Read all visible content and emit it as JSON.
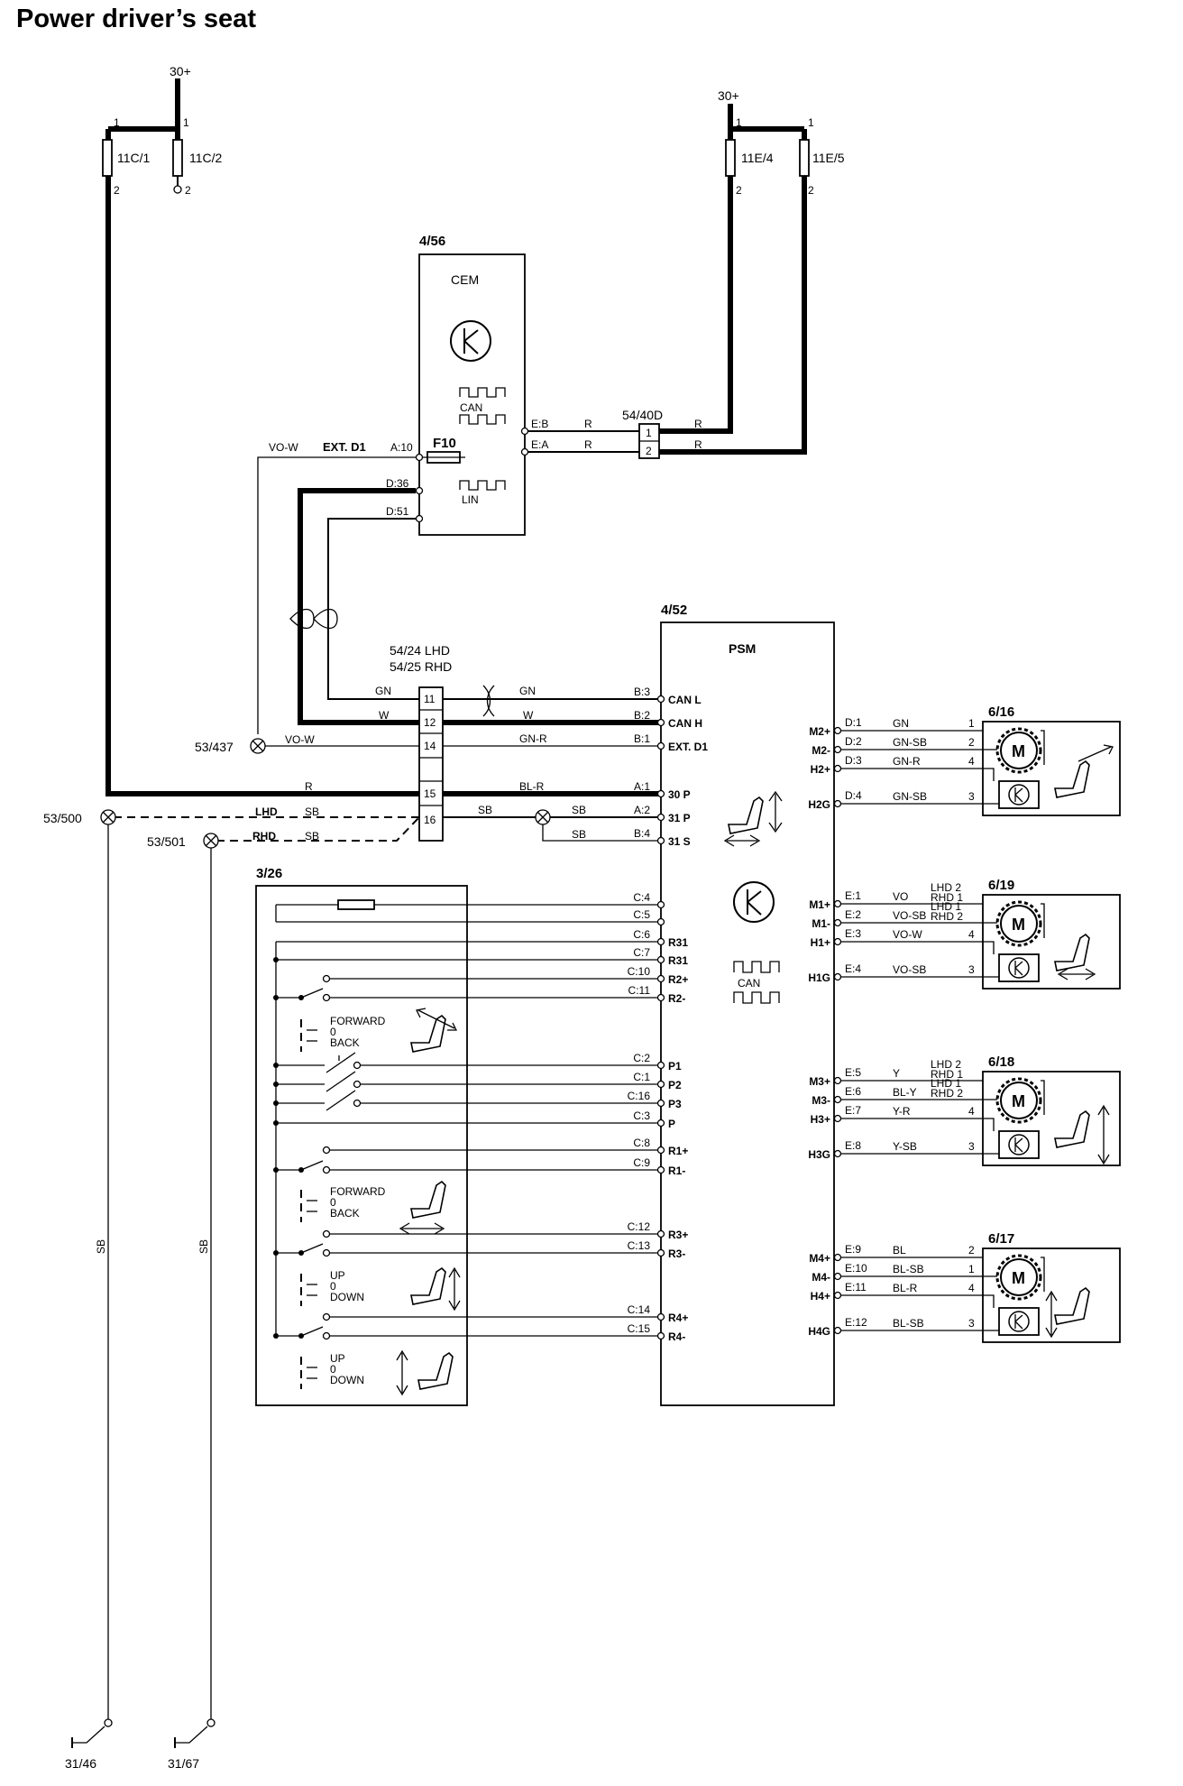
{
  "title": "Power driver’s seat",
  "supply": {
    "left": "30+",
    "right": "30+"
  },
  "fuses": {
    "f11c1": "11C/1",
    "f11c2": "11C/2",
    "f11e4": "11E/4",
    "f11e5": "11E/5",
    "pin1": "1",
    "pin2": "2"
  },
  "cem": {
    "ref": "4/56",
    "name": "CEM",
    "fuse": "F10",
    "can": "CAN",
    "lin": "LIN",
    "ext": "EXT. D1",
    "pins": {
      "a10": "A:10",
      "d36": "D:36",
      "d51": "D:51",
      "eb": "E:B",
      "ea": "E:A"
    }
  },
  "connectors": {
    "c5440": {
      "ref": "54/40D",
      "p1": "1",
      "p2": "2"
    },
    "c5424": {
      "ref1": "54/24 LHD",
      "ref2": "54/25 RHD",
      "p11": "11",
      "p12": "12",
      "p14": "14",
      "p15": "15",
      "p16": "16"
    }
  },
  "grounds": {
    "g53437": "53/437",
    "g53500": "53/500",
    "g53501": "53/501",
    "g3146": "31/46",
    "g3167": "31/67"
  },
  "wires": {
    "vow": "VO-W",
    "r": "R",
    "gn": "GN",
    "w": "W",
    "gnr": "GN-R",
    "blr": "BL-R",
    "sb": "SB",
    "lhd": "LHD",
    "rhd": "RHD"
  },
  "psm": {
    "ref": "4/52",
    "name": "PSM",
    "can": "CAN",
    "left_pins": [
      {
        "pin": "B:3",
        "label": "CAN L"
      },
      {
        "pin": "B:2",
        "label": "CAN H"
      },
      {
        "pin": "B:1",
        "label": "EXT. D1"
      },
      {
        "pin": "A:1",
        "label": "30 P"
      },
      {
        "pin": "A:2",
        "label": "31 P"
      },
      {
        "pin": "B:4",
        "label": "31 S"
      },
      {
        "pin": "C:4",
        "label": ""
      },
      {
        "pin": "C:5",
        "label": ""
      },
      {
        "pin": "C:6",
        "label": "R31"
      },
      {
        "pin": "C:7",
        "label": "R31"
      },
      {
        "pin": "C:10",
        "label": "R2+"
      },
      {
        "pin": "C:11",
        "label": "R2-"
      },
      {
        "pin": "C:2",
        "label": "P1"
      },
      {
        "pin": "C:1",
        "label": "P2"
      },
      {
        "pin": "C:16",
        "label": "P3"
      },
      {
        "pin": "C:3",
        "label": "P"
      },
      {
        "pin": "C:8",
        "label": "R1+"
      },
      {
        "pin": "C:9",
        "label": "R1-"
      },
      {
        "pin": "C:12",
        "label": "R3+"
      },
      {
        "pin": "C:13",
        "label": "R3-"
      },
      {
        "pin": "C:14",
        "label": "R4+"
      },
      {
        "pin": "C:15",
        "label": "R4-"
      }
    ]
  },
  "motors": [
    {
      "ref": "6/16",
      "rows": [
        {
          "term": "M2+",
          "pin": "D:1",
          "color": "GN",
          "extra": "",
          "no": "1"
        },
        {
          "term": "M2-",
          "pin": "D:2",
          "color": "GN-SB",
          "extra": "",
          "no": "2"
        },
        {
          "term": "H2+",
          "pin": "D:3",
          "color": "GN-R",
          "extra": "",
          "no": "4"
        },
        {
          "term": "H2G",
          "pin": "D:4",
          "color": "GN-SB",
          "extra": "",
          "no": "3"
        }
      ]
    },
    {
      "ref": "6/19",
      "rows": [
        {
          "term": "M1+",
          "pin": "E:1",
          "color": "VO",
          "extra": "LHD 2\nRHD 1",
          "no": ""
        },
        {
          "term": "M1-",
          "pin": "E:2",
          "color": "VO-SB",
          "extra": "LHD 1\nRHD 2",
          "no": ""
        },
        {
          "term": "H1+",
          "pin": "E:3",
          "color": "VO-W",
          "extra": "",
          "no": "4"
        },
        {
          "term": "H1G",
          "pin": "E:4",
          "color": "VO-SB",
          "extra": "",
          "no": "3"
        }
      ]
    },
    {
      "ref": "6/18",
      "rows": [
        {
          "term": "M3+",
          "pin": "E:5",
          "color": "Y",
          "extra": "LHD 2\nRHD 1",
          "no": ""
        },
        {
          "term": "M3-",
          "pin": "E:6",
          "color": "BL-Y",
          "extra": "LHD 1\nRHD 2",
          "no": ""
        },
        {
          "term": "H3+",
          "pin": "E:7",
          "color": "Y-R",
          "extra": "",
          "no": "4"
        },
        {
          "term": "H3G",
          "pin": "E:8",
          "color": "Y-SB",
          "extra": "",
          "no": "3"
        }
      ]
    },
    {
      "ref": "6/17",
      "rows": [
        {
          "term": "M4+",
          "pin": "E:9",
          "color": "BL",
          "extra": "",
          "no": "2"
        },
        {
          "term": "M4-",
          "pin": "E:10",
          "color": "BL-SB",
          "extra": "",
          "no": "1"
        },
        {
          "term": "H4+",
          "pin": "E:11",
          "color": "BL-R",
          "extra": "",
          "no": "4"
        },
        {
          "term": "H4G",
          "pin": "E:12",
          "color": "BL-SB",
          "extra": "",
          "no": "3"
        }
      ]
    }
  ],
  "switch": {
    "ref": "3/26",
    "labels": {
      "forward": "FORWARD",
      "zero": "0",
      "back": "BACK",
      "up": "UP",
      "down": "DOWN"
    }
  }
}
